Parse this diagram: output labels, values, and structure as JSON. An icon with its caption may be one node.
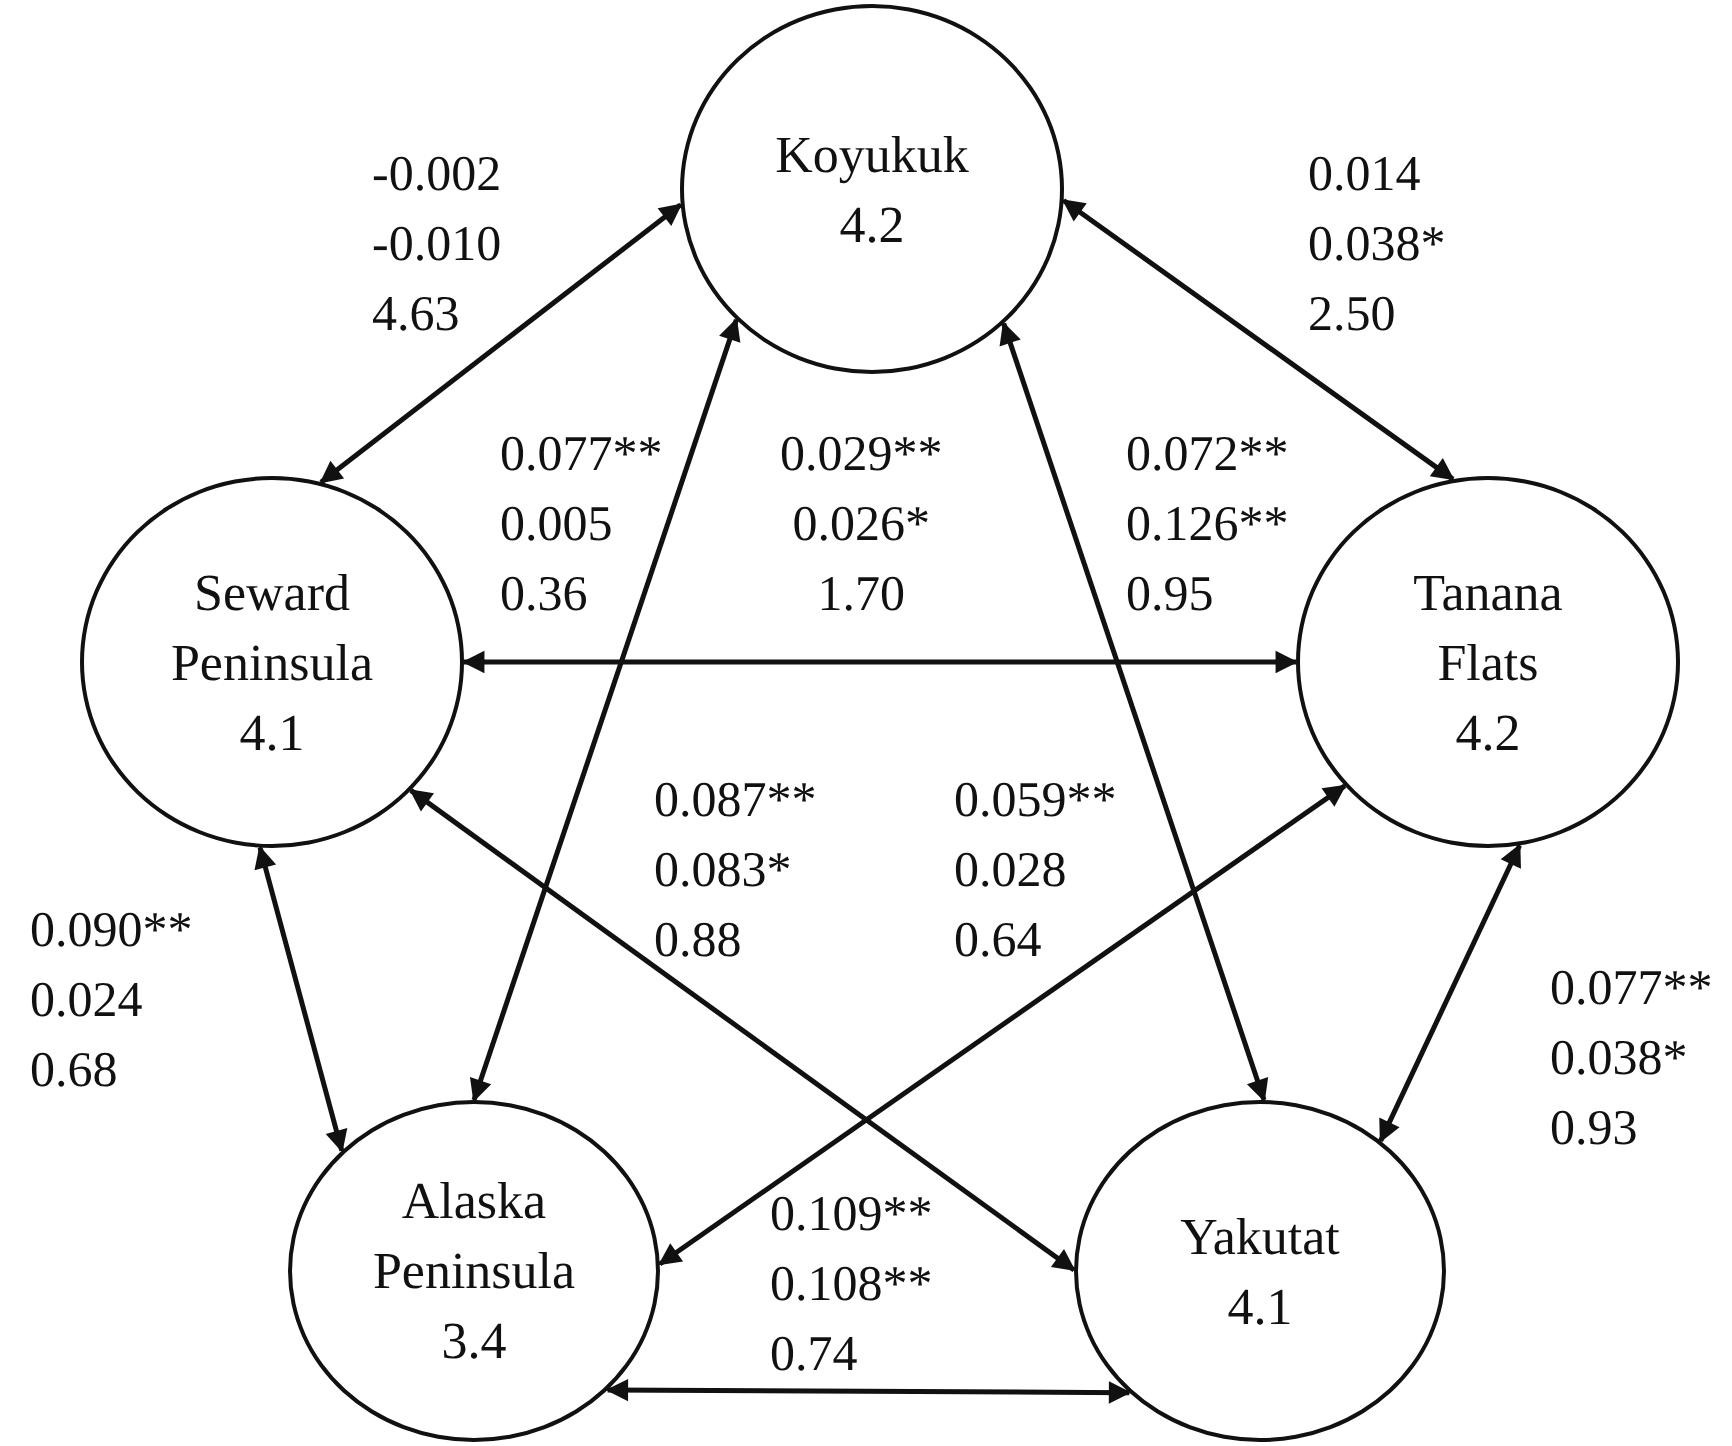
{
  "diagram": {
    "nodes": [
      {
        "text": [
          "Koyukuk",
          "4.2"
        ]
      },
      {
        "text": [
          "Seward Peninsula",
          "4.1"
        ]
      },
      {
        "text": [
          "Tanana Flats",
          "4.2"
        ]
      },
      {
        "text": [
          "Alaska Peninsula",
          "3.4"
        ]
      },
      {
        "text": [
          "Yakutat",
          "4.1"
        ]
      }
    ],
    "edges": [
      {
        "from": 0,
        "to": 1,
        "arrow": "both",
        "label": "-0.002 -0.010 4.63"
      },
      {
        "from": 0,
        "to": 2,
        "arrow": "both",
        "label": "0.014 0.038* 2.50"
      },
      {
        "from": 0,
        "to": 3,
        "arrow": "both",
        "label": "0.077** 0.005 0.36"
      },
      {
        "from": 0,
        "to": 4,
        "arrow": "both",
        "label": "0.072** 0.126** 0.95"
      },
      {
        "from": 1,
        "to": 2,
        "arrow": "both",
        "label": "0.029** 0.026* 1.70"
      },
      {
        "from": 1,
        "to": 4,
        "arrow": "both",
        "label": "0.087** 0.083* 0.88"
      },
      {
        "from": 2,
        "to": 3,
        "arrow": "both",
        "label": "0.059** 0.028 0.64"
      },
      {
        "from": 1,
        "to": 3,
        "arrow": "both",
        "label": "0.090** 0.024 0.68"
      },
      {
        "from": 2,
        "to": 4,
        "arrow": "both",
        "label": "0.077** 0.038* 0.93"
      },
      {
        "from": 3,
        "to": 4,
        "arrow": "both",
        "label": "0.109** 0.108** 0.74"
      }
    ]
  }
}
